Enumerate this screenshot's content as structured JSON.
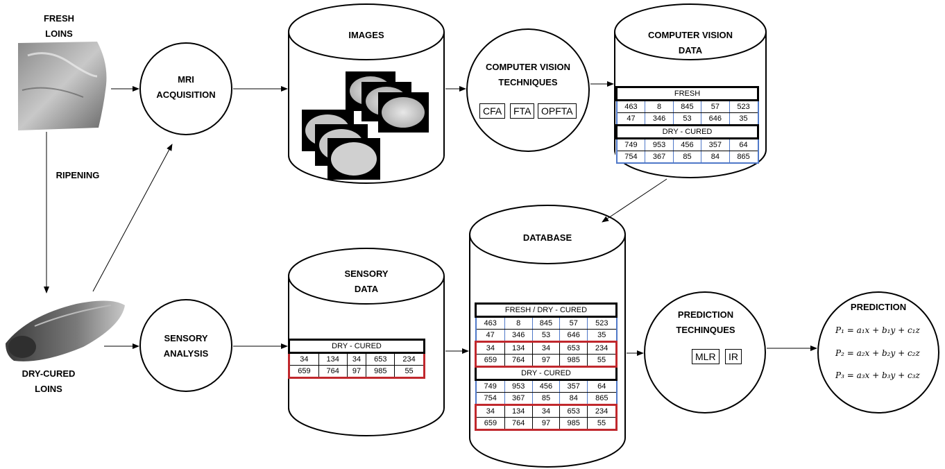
{
  "labels": {
    "fresh_loins": "FRESH\nLOINS",
    "ripening": "RIPENING",
    "dry_cured_loins": "DRY-CURED\nLOINS",
    "mri_acquisition": "MRI\nACQUISITION",
    "sensory_analysis": "SENSORY\nANALYSIS",
    "images": "IMAGES",
    "sensory_data": "SENSORY\nDATA",
    "cv_techniques": "COMPUTER VISION\nTECHNIQUES",
    "cv_data": "COMPUTER VISION\nDATA",
    "database": "DATABASE",
    "prediction_techniques": "PREDICTION\nTECHINQUES",
    "prediction": "PREDICTION"
  },
  "cv_techniques_list": [
    "CFA",
    "FTA",
    "OPFTA"
  ],
  "prediction_techniques_list": [
    "MLR",
    "IR"
  ],
  "cv_data_table": {
    "fresh_header": "FRESH",
    "fresh_rows": [
      [
        "463",
        "8",
        "845",
        "57",
        "523"
      ],
      [
        "47",
        "346",
        "53",
        "646",
        "35"
      ]
    ],
    "dry_header": "DRY - CURED",
    "dry_rows": [
      [
        "749",
        "953",
        "456",
        "357",
        "64"
      ],
      [
        "754",
        "367",
        "85",
        "84",
        "865"
      ]
    ]
  },
  "sensory_table": {
    "header": "DRY - CURED",
    "rows": [
      [
        "34",
        "134",
        "34",
        "653",
        "234"
      ],
      [
        "659",
        "764",
        "97",
        "985",
        "55"
      ]
    ]
  },
  "database_table": {
    "header1": "FRESH / DRY - CURED",
    "fresh_rows": [
      [
        "463",
        "8",
        "845",
        "57",
        "523"
      ],
      [
        "47",
        "346",
        "53",
        "646",
        "35"
      ]
    ],
    "sensory_rows_1": [
      [
        "34",
        "134",
        "34",
        "653",
        "234"
      ],
      [
        "659",
        "764",
        "97",
        "985",
        "55"
      ]
    ],
    "header2": "DRY - CURED",
    "dry_rows": [
      [
        "749",
        "953",
        "456",
        "357",
        "64"
      ],
      [
        "754",
        "367",
        "85",
        "84",
        "865"
      ]
    ],
    "sensory_rows_2": [
      [
        "34",
        "134",
        "34",
        "653",
        "234"
      ],
      [
        "659",
        "764",
        "97",
        "985",
        "55"
      ]
    ]
  },
  "equations": [
    "P₁ = a₁x + b₁y + c₁z",
    "P₂ = a₂x + b₂y + c₂z",
    "P₃ = a₃x + b₃y + c₃z"
  ],
  "colors": {
    "fresh_border": "#4f78c8",
    "sensory_border": "#c0282d"
  }
}
